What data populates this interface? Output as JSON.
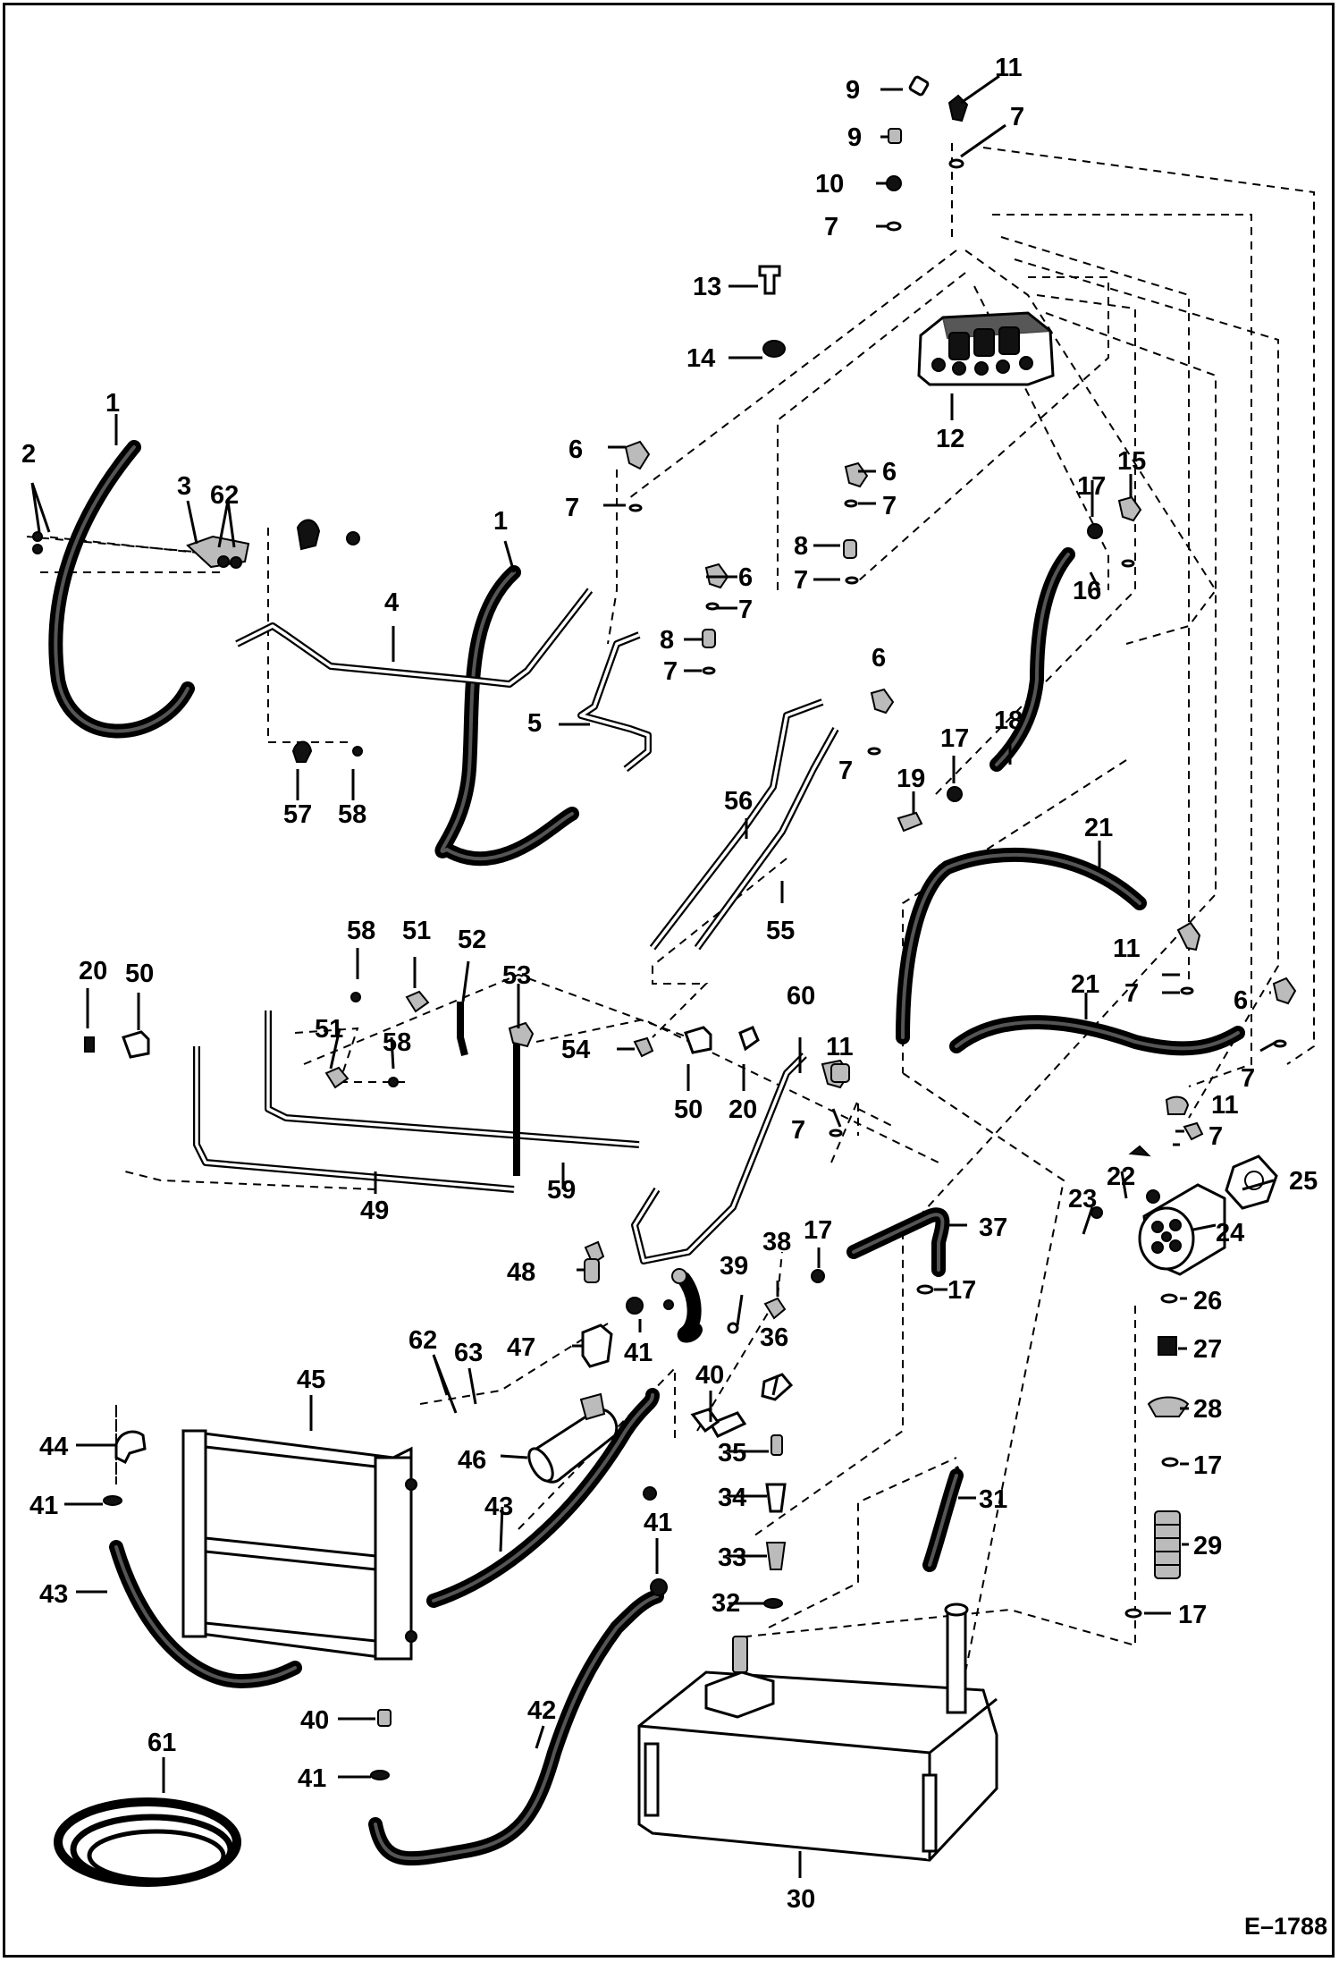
{
  "figure_id": "E–1788",
  "callouts": [
    {
      "n": "1"
    },
    {
      "n": "2"
    },
    {
      "n": "3"
    },
    {
      "n": "62"
    },
    {
      "n": "1"
    },
    {
      "n": "4"
    },
    {
      "n": "57"
    },
    {
      "n": "58"
    },
    {
      "n": "5"
    },
    {
      "n": "6"
    },
    {
      "n": "7"
    },
    {
      "n": "6"
    },
    {
      "n": "7"
    },
    {
      "n": "8"
    },
    {
      "n": "7"
    },
    {
      "n": "6"
    },
    {
      "n": "7"
    },
    {
      "n": "8"
    },
    {
      "n": "7"
    },
    {
      "n": "9"
    },
    {
      "n": "11"
    },
    {
      "n": "7"
    },
    {
      "n": "9"
    },
    {
      "n": "10"
    },
    {
      "n": "7"
    },
    {
      "n": "13"
    },
    {
      "n": "14"
    },
    {
      "n": "12"
    },
    {
      "n": "17"
    },
    {
      "n": "15"
    },
    {
      "n": "16"
    },
    {
      "n": "18"
    },
    {
      "n": "17"
    },
    {
      "n": "19"
    },
    {
      "n": "6"
    },
    {
      "n": "7"
    },
    {
      "n": "56"
    },
    {
      "n": "55"
    },
    {
      "n": "21"
    },
    {
      "n": "11"
    },
    {
      "n": "7"
    },
    {
      "n": "21"
    },
    {
      "n": "6"
    },
    {
      "n": "7"
    },
    {
      "n": "58"
    },
    {
      "n": "51"
    },
    {
      "n": "52"
    },
    {
      "n": "53"
    },
    {
      "n": "20"
    },
    {
      "n": "50"
    },
    {
      "n": "51"
    },
    {
      "n": "58"
    },
    {
      "n": "54"
    },
    {
      "n": "50"
    },
    {
      "n": "20"
    },
    {
      "n": "60"
    },
    {
      "n": "11"
    },
    {
      "n": "7"
    },
    {
      "n": "49"
    },
    {
      "n": "59"
    },
    {
      "n": "11"
    },
    {
      "n": "7"
    },
    {
      "n": "22"
    },
    {
      "n": "23"
    },
    {
      "n": "25"
    },
    {
      "n": "24"
    },
    {
      "n": "37"
    },
    {
      "n": "17"
    },
    {
      "n": "17"
    },
    {
      "n": "38"
    },
    {
      "n": "39"
    },
    {
      "n": "48"
    },
    {
      "n": "47"
    },
    {
      "n": "41"
    },
    {
      "n": "26"
    },
    {
      "n": "27"
    },
    {
      "n": "28"
    },
    {
      "n": "17"
    },
    {
      "n": "29"
    },
    {
      "n": "17"
    },
    {
      "n": "62"
    },
    {
      "n": "63"
    },
    {
      "n": "46"
    },
    {
      "n": "36"
    },
    {
      "n": "40"
    },
    {
      "n": "45"
    },
    {
      "n": "44"
    },
    {
      "n": "41"
    },
    {
      "n": "43"
    },
    {
      "n": "43"
    },
    {
      "n": "35"
    },
    {
      "n": "34"
    },
    {
      "n": "33"
    },
    {
      "n": "32"
    },
    {
      "n": "31"
    },
    {
      "n": "41"
    },
    {
      "n": "40"
    },
    {
      "n": "41"
    },
    {
      "n": "42"
    },
    {
      "n": "61"
    },
    {
      "n": "30"
    }
  ]
}
